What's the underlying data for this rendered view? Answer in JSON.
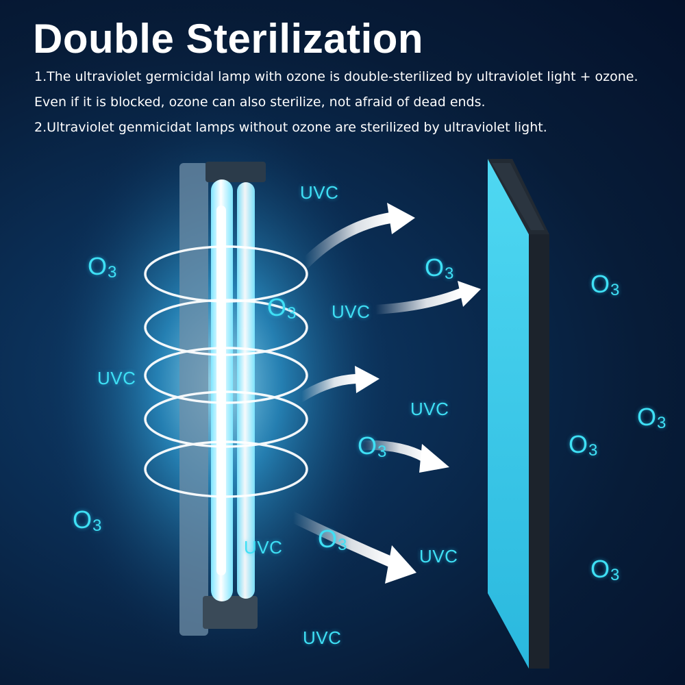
{
  "headline": "Double Sterilization",
  "description": {
    "line1": "1.The ultraviolet germicidal lamp with ozone is double-sterilized by ultraviolet light + ozone.",
    "line2": "Even if it is blocked, ozone can also sterilize, not afraid of dead ends.",
    "line3": "2.Ultraviolet genmicidat lamps without ozone are sterilized by ultraviolet light."
  },
  "labels": {
    "uvc": "UVC",
    "ozone_main": "O",
    "ozone_sub": "3"
  },
  "colors": {
    "glow": "#3fe0f5",
    "panel": "#33c8e8",
    "background": "#0a2c52"
  }
}
